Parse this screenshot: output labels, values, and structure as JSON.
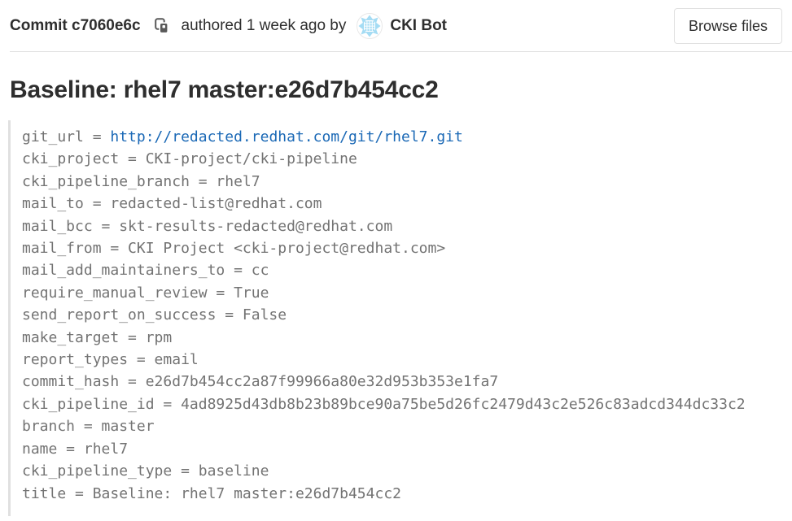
{
  "header": {
    "commit_label": "Commit c7060e6c",
    "authored_text": "authored 1 week ago by",
    "author_name": "CKI Bot",
    "browse_files_label": "Browse files",
    "icons": {
      "copy": "copy-to-clipboard-icon",
      "avatar": "cki-bot-avatar"
    }
  },
  "commit": {
    "title": "Baseline: rhel7 master:e26d7b454cc2",
    "description": {
      "line1_prefix": "git_url = ",
      "line1_link": "http://redacted.redhat.com/git/rhel7.git",
      "lines": [
        "cki_project = CKI-project/cki-pipeline",
        "cki_pipeline_branch = rhel7",
        "mail_to = redacted-list@redhat.com",
        "mail_bcc = skt-results-redacted@redhat.com",
        "mail_from = CKI Project <cki-project@redhat.com>",
        "mail_add_maintainers_to = cc",
        "require_manual_review = True",
        "send_report_on_success = False",
        "make_target = rpm",
        "report_types = email",
        "commit_hash = e26d7b454cc2a87f99966a80e32d953b353e1fa7",
        "cki_pipeline_id = 4ad8925d43db8b23b89bce90a75be5d26fc2479d43c2e526c83adcd344dc33c2",
        "branch = master",
        "name = rhel7",
        "cki_pipeline_type = baseline",
        "title = Baseline: rhel7 master:e26d7b454cc2"
      ]
    }
  },
  "colors": {
    "text": "#2e2e2e",
    "code_text": "#737373",
    "link": "#1b69b6",
    "divider": "#e1e1e1",
    "code_border": "#e0e0e0",
    "avatar_blue": "#a5dcf4"
  }
}
